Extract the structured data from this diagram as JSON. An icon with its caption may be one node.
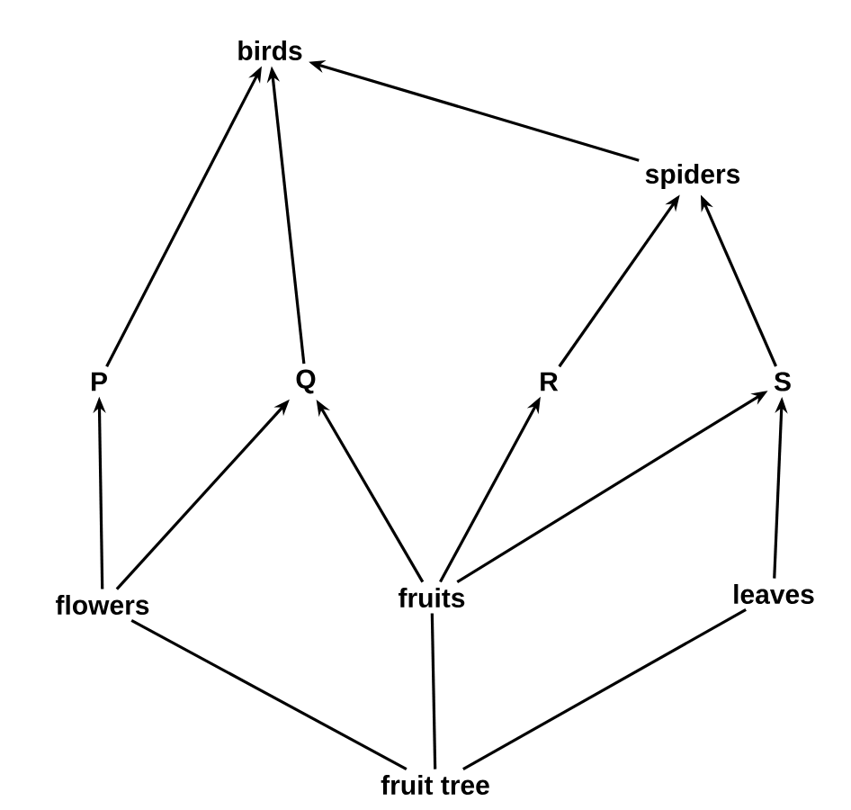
{
  "diagram": {
    "nodes": [
      {
        "text": [
          "birds"
        ]
      },
      {
        "text": [
          "spiders"
        ]
      },
      {
        "text": [
          "P"
        ]
      },
      {
        "text": [
          "Q"
        ]
      },
      {
        "text": [
          "R"
        ]
      },
      {
        "text": [
          "S"
        ]
      },
      {
        "text": [
          "flowers"
        ]
      },
      {
        "text": [
          "fruits"
        ]
      },
      {
        "text": [
          "leaves"
        ]
      },
      {
        "text": [
          "fruit tree"
        ]
      }
    ],
    "edges": [
      {
        "from": 1,
        "to": 0,
        "arrow": "to"
      },
      {
        "from": 2,
        "to": 0,
        "arrow": "to"
      },
      {
        "from": 3,
        "to": 0,
        "arrow": "to"
      },
      {
        "from": 4,
        "to": 1,
        "arrow": "to"
      },
      {
        "from": 5,
        "to": 1,
        "arrow": "to"
      },
      {
        "from": 6,
        "to": 2,
        "arrow": "to"
      },
      {
        "from": 6,
        "to": 3,
        "arrow": "to"
      },
      {
        "from": 7,
        "to": 3,
        "arrow": "to"
      },
      {
        "from": 7,
        "to": 4,
        "arrow": "to"
      },
      {
        "from": 7,
        "to": 5,
        "arrow": "to"
      },
      {
        "from": 8,
        "to": 5,
        "arrow": "to"
      },
      {
        "from": 9,
        "to": 6,
        "arrow": "none"
      },
      {
        "from": 9,
        "to": 7,
        "arrow": "none"
      },
      {
        "from": 9,
        "to": 8,
        "arrow": "none"
      }
    ]
  }
}
